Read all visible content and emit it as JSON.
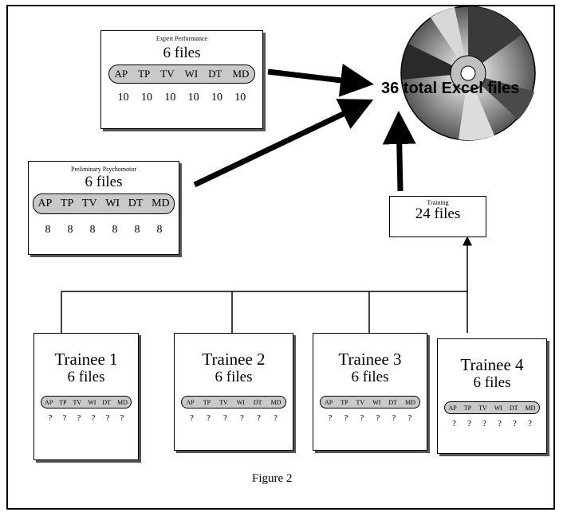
{
  "expert": {
    "title": "Expert Performance",
    "files": "6 files",
    "codes": [
      "AP",
      "TP",
      "TV",
      "WI",
      "DT",
      "MD"
    ],
    "counts": [
      "10",
      "10",
      "10",
      "10",
      "10",
      "10"
    ]
  },
  "preliminary": {
    "title": "Preliminary Psychomotor",
    "files": "6 files",
    "codes": [
      "AP",
      "TP",
      "TV",
      "WI",
      "DT",
      "MD"
    ],
    "counts": [
      "8",
      "8",
      "8",
      "8",
      "8",
      "8"
    ]
  },
  "training": {
    "title": "Training",
    "files": "24 files"
  },
  "total_label": "36 total Excel files",
  "trainees": [
    {
      "name": "Trainee 1",
      "files": "6 files",
      "codes": [
        "AP",
        "TP",
        "TV",
        "WI",
        "DT",
        "MD"
      ],
      "counts": [
        "?",
        "?",
        "?",
        "?",
        "?",
        "?"
      ]
    },
    {
      "name": "Trainee 2",
      "files": "6 files",
      "codes": [
        "AP",
        "TP",
        "TV",
        "WI",
        "DT",
        "MD"
      ],
      "counts": [
        "?",
        "?",
        "?",
        "?",
        "?",
        "?"
      ]
    },
    {
      "name": "Trainee 3",
      "files": "6 files",
      "codes": [
        "AP",
        "TP",
        "TV",
        "WI",
        "DT",
        "MD"
      ],
      "counts": [
        "?",
        "?",
        "?",
        "?",
        "?",
        "?"
      ]
    },
    {
      "name": "Trainee 4",
      "files": "6 files",
      "codes": [
        "AP",
        "TP",
        "TV",
        "WI",
        "DT",
        "MD"
      ],
      "counts": [
        "?",
        "?",
        "?",
        "?",
        "?",
        "?"
      ]
    }
  ],
  "caption": "Figure 2"
}
